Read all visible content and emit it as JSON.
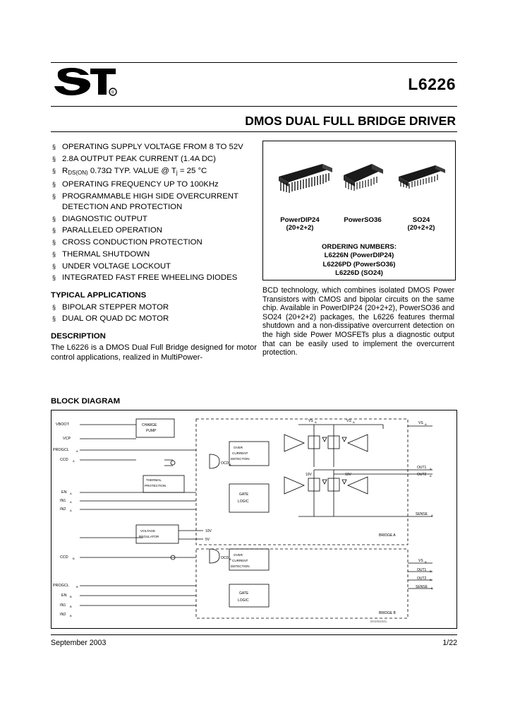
{
  "document": {
    "part_number": "L6226",
    "title": "DMOS DUAL FULL BRIDGE DRIVER",
    "brand": "ST",
    "footer": {
      "date": "September 2003",
      "page": "1/22"
    }
  },
  "features": [
    "OPERATING SUPPLY VOLTAGE FROM 8 TO 52V",
    "2.8A OUTPUT PEAK CURRENT (1.4A DC)",
    "RDS(ON) 0.73Ω TYP. VALUE @ Tj = 25 °C",
    "OPERATING FREQUENCY UP TO 100KHz",
    "PROGRAMMABLE HIGH SIDE OVERCURRENT DETECTION AND PROTECTION",
    "DIAGNOSTIC OUTPUT",
    "PARALLELED OPERATION",
    "CROSS CONDUCTION PROTECTION",
    "THERMAL SHUTDOWN",
    "UNDER VOLTAGE LOCKOUT",
    "INTEGRATED FAST FREE WHEELING DIODES"
  ],
  "typical_applications": {
    "heading": "TYPICAL APPLICATIONS",
    "items": [
      "BIPOLAR STEPPER MOTOR",
      "DUAL OR QUAD DC MOTOR"
    ]
  },
  "description": {
    "heading": "DESCRIPTION",
    "left_text": "The L6226 is a DMOS Dual Full Bridge designed for motor control applications, realized in MultiPower-",
    "right_text": "BCD technology, which combines isolated DMOS Power Transistors with CMOS and bipolar circuits on the same chip. Available in PowerDIP24 (20+2+2), PowerSO36 and SO24 (20+2+2) packages, the L6226 features thermal shutdown and a non-dissipative overcurrent detection on the high side Power MOSFETs plus a diagnostic output that can be easily used to implement the overcurrent protection."
  },
  "packages": {
    "items": [
      {
        "name": "PowerDIP24",
        "pins": "(20+2+2)"
      },
      {
        "name": "PowerSO36",
        "pins": ""
      },
      {
        "name": "SO24",
        "pins": "(20+2+2)"
      }
    ],
    "ordering_heading": "ORDERING NUMBERS:",
    "ordering_numbers": [
      "L6226N (PowerDIP24)",
      "L6226PD (PowerSO36)",
      "L6226D (SO24)"
    ]
  },
  "block_diagram": {
    "heading": "BLOCK DIAGRAM",
    "pins_left": [
      "VBOOT",
      "VCP",
      "PROGCLA",
      "CCDA",
      "ENA",
      "IN1A",
      "IN2A",
      "CCDB",
      "PROGCLB",
      "ENB",
      "IN1B",
      "IN2B"
    ],
    "pins_right": [
      "VSA",
      "OUT1A",
      "OUT2A",
      "SENSEA",
      "VSB",
      "OUT1B",
      "OUT2B",
      "SENSEB"
    ],
    "blocks": [
      "CHARGE PUMP",
      "OVER CURRENT DETECTION",
      "THERMAL PROTECTION",
      "GATE LOGIC",
      "VOLTAGE REGULATOR",
      "OVER CURRENT DETECTION",
      "GATE LOGIC"
    ],
    "block_labels": {
      "charge_pump": "CHARGE PUMP",
      "over_current": "OVER CURRENT DETECTION",
      "thermal": "THERMAL PROTECTION",
      "gate_logic": "GATE LOGIC",
      "voltage_regulator": "VOLTAGE REGULATOR",
      "reg_out_1": "10V",
      "reg_out_2": "5V",
      "ocd_a": "OCDA",
      "ocd_b": "OCDB",
      "bridge_a": "BRIDGE A",
      "bridge_b": "BRIDGE B",
      "vs_a": "VSA",
      "vs_b": "VSB",
      "vboot_top": "VBOOT",
      "ten_v_1": "10V",
      "ten_v_2": "10V"
    },
    "figure_ref": "D01IN1041"
  }
}
